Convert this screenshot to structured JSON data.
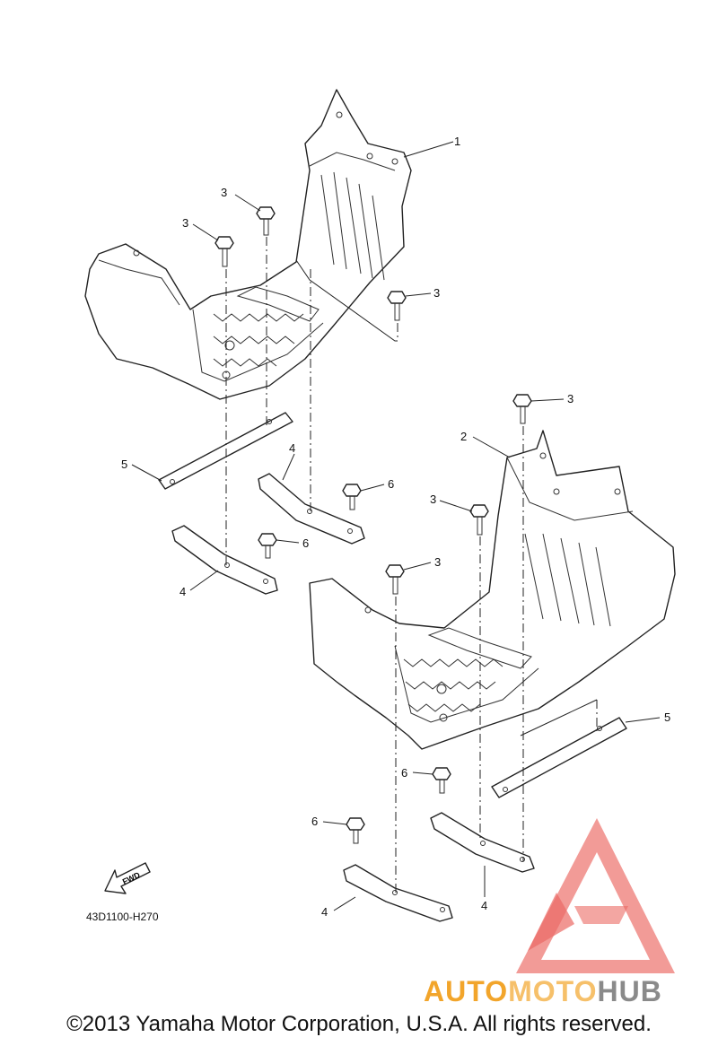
{
  "callouts": {
    "skid1": "1",
    "skid2": "2",
    "bolt": "3",
    "bracket": "4",
    "plate": "5",
    "screw": "6"
  },
  "fwd_label": "FWD",
  "diagram_code": "43D1100-H270",
  "watermark": {
    "brand_part1": "AUTO",
    "brand_part2": "MOTO",
    "brand_part3": "HUB",
    "colors": {
      "orange": "#f2a52b",
      "red": "#e8504a",
      "gray": "#8a8a8a"
    }
  },
  "copyright": "©2013 Yamaha Motor Corporation, U.S.A. All rights reserved."
}
